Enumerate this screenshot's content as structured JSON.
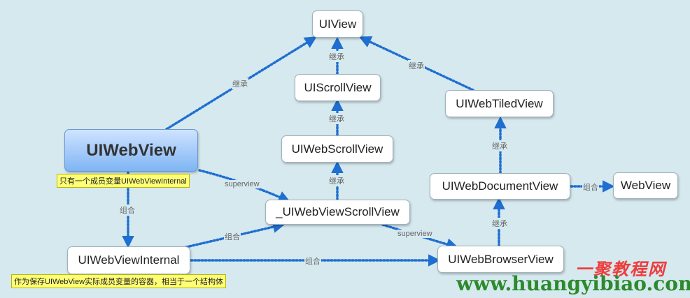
{
  "nodes": {
    "uiview": "UIView",
    "uiscrollview": "UIScrollView",
    "uiwebscrollview": "UIWebScrollView",
    "uiwebtiledview": "UIWebTiledView",
    "uiwebview": "UIWebView",
    "uiwebviewscrollview": "_UIWebViewScrollView",
    "uiwebdocumentview": "UIWebDocumentView",
    "webview": "WebView",
    "uiwebviewinternal": "UIWebViewInternal",
    "uiwebbrowserview": "UIWebBrowserView"
  },
  "edge_labels": {
    "inherit": "继承",
    "compose": "组合",
    "superview": "superview"
  },
  "notes": {
    "uiwebview_note": "只有一个成员变量UIWebViewInternal",
    "internal_note": "作为保存UIWebView实际成员变量的容器，相当于一个结构体"
  },
  "watermark": {
    "brand": "一聚教程网",
    "url": "www.huangyibiao.com"
  },
  "colors": {
    "arrow": "#1f6fd0",
    "background": "#d6e9ef",
    "note": "#ffff77"
  }
}
